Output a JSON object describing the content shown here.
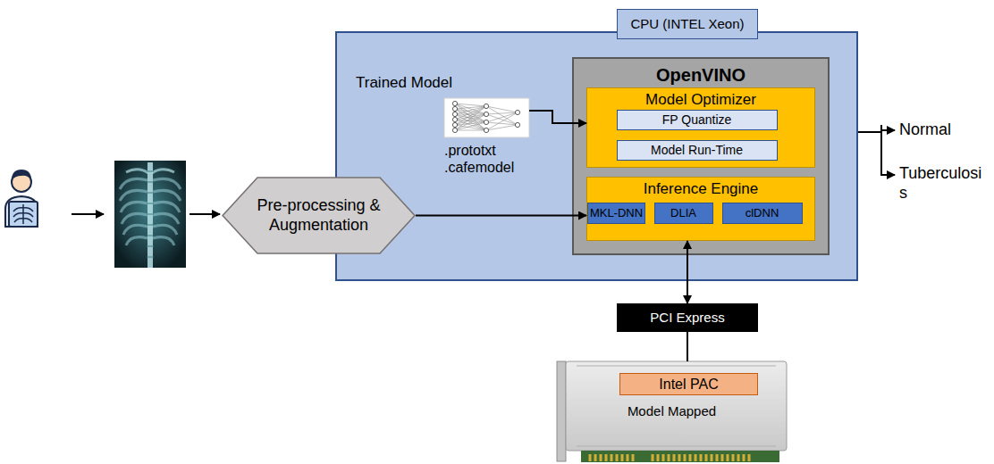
{
  "diagram": {
    "nodes": [
      {
        "text": [
          "Pre-processing & Augmentation"
        ]
      },
      {
        "text": [
          "CPU (INTEL Xeon)"
        ]
      },
      {
        "text": [
          "Trained Model"
        ]
      },
      {
        "text": [
          ".prototxt .cafemodel"
        ],
        "in": 2
      },
      {
        "text": [
          "OpenVINO"
        ],
        "in": 2
      },
      {
        "text": [
          "Model Optimizer"
        ],
        "in": 4
      },
      {
        "text": [
          "FP Quantize"
        ],
        "in": 5
      },
      {
        "text": [
          "Model Run-Time"
        ],
        "in": 5
      },
      {
        "text": [
          "Inference Engine"
        ],
        "in": 4
      },
      {
        "text": [
          "MKL-DNN"
        ],
        "in": 8
      },
      {
        "text": [
          "DLIA"
        ],
        "in": 8
      },
      {
        "text": [
          "clDNN"
        ],
        "in": 8
      },
      {
        "text": [
          "PCI Express"
        ]
      },
      {
        "text": [
          "Model Mapped"
        ]
      },
      {
        "text": [
          "Intel PAC"
        ],
        "in": 13
      }
    ],
    "edges": [
      {
        "from": 0,
        "to": 8,
        "arrow": "to"
      },
      {
        "from": 3,
        "to": 5,
        "arrow": "to"
      },
      {
        "from": 8,
        "to": 12,
        "arrow": "both"
      },
      {
        "from": 12,
        "to": 13,
        "arrow": "none"
      }
    ],
    "labels": [
      "Normal",
      "Tuberculosis"
    ]
  }
}
